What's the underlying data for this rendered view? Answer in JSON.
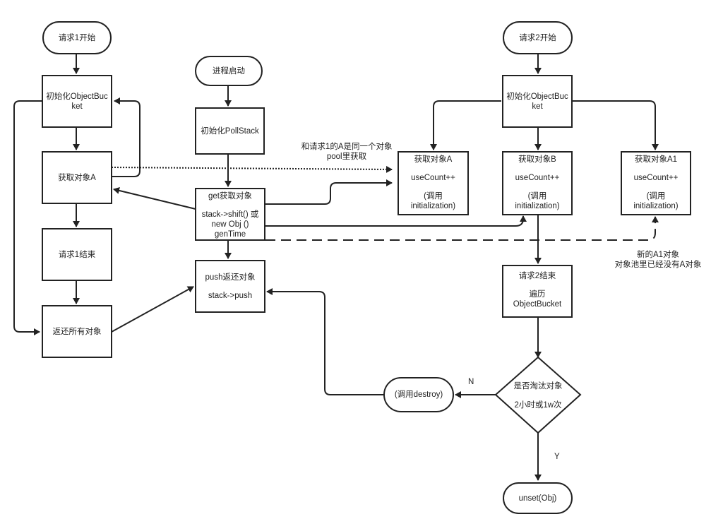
{
  "nodes": {
    "req1_start": "请求1开始",
    "req1_init": [
      "初始化ObjectBuc",
      "ket"
    ],
    "req1_getA": "获取对象A",
    "req1_end": "请求1结束",
    "req1_return": "返还所有对象",
    "proc_start": "进程启动",
    "init_pollstack": "初始化PollStack",
    "get_obj": [
      "get获取对象",
      "stack->shift() 或",
      "new Obj ()",
      "genTime"
    ],
    "push_obj": [
      "push返还对象",
      "stack->push"
    ],
    "req2_start": "请求2开始",
    "req2_init": [
      "初始化ObjectBuc",
      "ket"
    ],
    "req2_getA": [
      "获取对象A",
      "useCount++",
      "(调用",
      "initialization)"
    ],
    "req2_getB": [
      "获取对象B",
      "useCount++",
      "(调用",
      "initialization)"
    ],
    "req2_getA1": [
      "获取对象A1",
      "useCount++",
      "(调用",
      "initialization)"
    ],
    "req2_end": [
      "请求2结束",
      "遍历",
      "ObjectBucket"
    ],
    "decision": [
      "是否淘汰对象",
      "2小时或1w次"
    ],
    "destroy": "(调用destroy)",
    "unset": "unset(Obj)"
  },
  "annotations": {
    "same_object": [
      "和请求1的A是同一个对象",
      "pool里获取"
    ],
    "new_a1": [
      "新的A1对象",
      "对象池里已经没有A对象"
    ],
    "no": "N",
    "yes": "Y"
  },
  "colors": {
    "stroke": "#222222",
    "background": "#ffffff"
  }
}
